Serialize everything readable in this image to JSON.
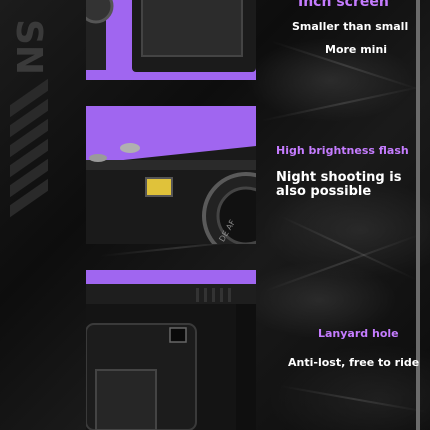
{
  "colors": {
    "accent_purple": "#a066f0",
    "text_purple": "#c57cff",
    "text": "#ffffff",
    "bg": "#141414"
  },
  "rail": {
    "letters": "SN"
  },
  "section1": {
    "title": "Inch screen",
    "line1": "Smaller than small",
    "line2": "More mini"
  },
  "section2": {
    "feature": "High brightness flash",
    "line1": "Night shooting is",
    "line2": "also possible"
  },
  "section3": {
    "feature": "Lanyard hole",
    "line1": "Anti-lost, free to ride"
  },
  "icons": [
    "camera-lens",
    "flash-window",
    "lanyard-hole"
  ]
}
